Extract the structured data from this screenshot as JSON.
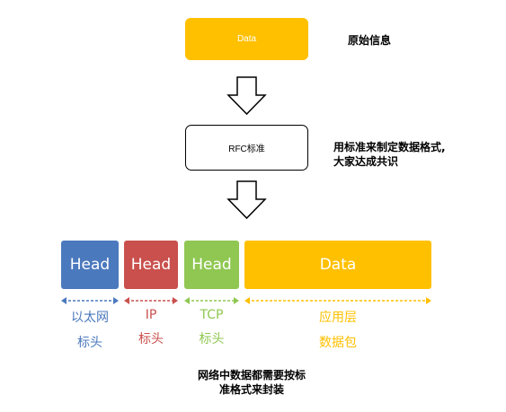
{
  "top": {
    "data_label": "Data",
    "data_note": "原始信息",
    "rfc_label": "RFC标准",
    "rfc_note_line1": "用标准来制定数据格式,",
    "rfc_note_line2": "大家达成共识"
  },
  "packet": {
    "segments": [
      {
        "label": "Head",
        "caption_line1": "以太网",
        "caption_line2": "标头",
        "color": "#4b79bd"
      },
      {
        "label": "Head",
        "caption_line1": "IP",
        "caption_line2": "标头",
        "color": "#c9504d"
      },
      {
        "label": "Head",
        "caption_line1": "TCP",
        "caption_line2": "标头",
        "color": "#8fc752"
      },
      {
        "label": "Data",
        "caption_line1": "应用层",
        "caption_line2": "数据包",
        "color": "#ffc000"
      }
    ]
  },
  "bottom": {
    "caption_line1": "网络中数据都需要按标",
    "caption_line2": "准格式来封装"
  }
}
